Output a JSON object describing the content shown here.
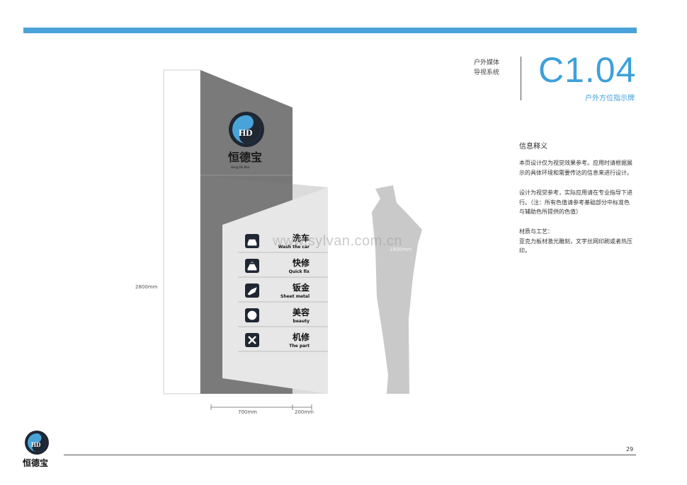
{
  "header": {
    "category_line1": "户外媒体",
    "category_line2": "导视系统",
    "code": "C1.04",
    "subtitle": "户外方位指示牌"
  },
  "info": {
    "title": "信息释义",
    "p1": [
      "本页设计仅为视觉效果参考。应用时请根据展",
      "示的具体环境和需要传达的信息来进行设计。"
    ],
    "p2": [
      "设计为视觉参考，实际应用请在专业指导下进",
      "行。（注：所有色值请参考基础部分中标准色",
      "与辅助色所提供的色值）"
    ],
    "p3": [
      "材质与工艺：",
      "亚克力板材激光雕刻，文字丝网印刷或者热压",
      "印。"
    ]
  },
  "sign": {
    "logo_text": "恒德宝",
    "logo_pinyin": [
      "Heng",
      "De",
      "Bao"
    ],
    "logo_initials": "HD",
    "items": [
      {
        "cn": "洗车",
        "en": "Wash the car",
        "icon": "car-wash-icon"
      },
      {
        "cn": "快修",
        "en": "Quick fix",
        "icon": "quick-fix-icon"
      },
      {
        "cn": "钣金",
        "en": "Sheet metal",
        "icon": "sheet-metal-icon"
      },
      {
        "cn": "美容",
        "en": "beauty",
        "icon": "beauty-icon"
      },
      {
        "cn": "机修",
        "en": "The part",
        "icon": "repair-tools-icon"
      }
    ]
  },
  "dimensions": {
    "height": "2800mm",
    "width_main": "700mm",
    "width_side": "200mm",
    "person_height": "1800mm"
  },
  "watermark": "www.sylvan.com.cn",
  "footer": {
    "logo_text": "恒德宝",
    "page_number": "29"
  },
  "colors": {
    "accent": "#3ea0d9",
    "sign_dark": "#7a7a7a",
    "sign_panel": "#e7e7e7",
    "person": "#c9c9c9"
  }
}
